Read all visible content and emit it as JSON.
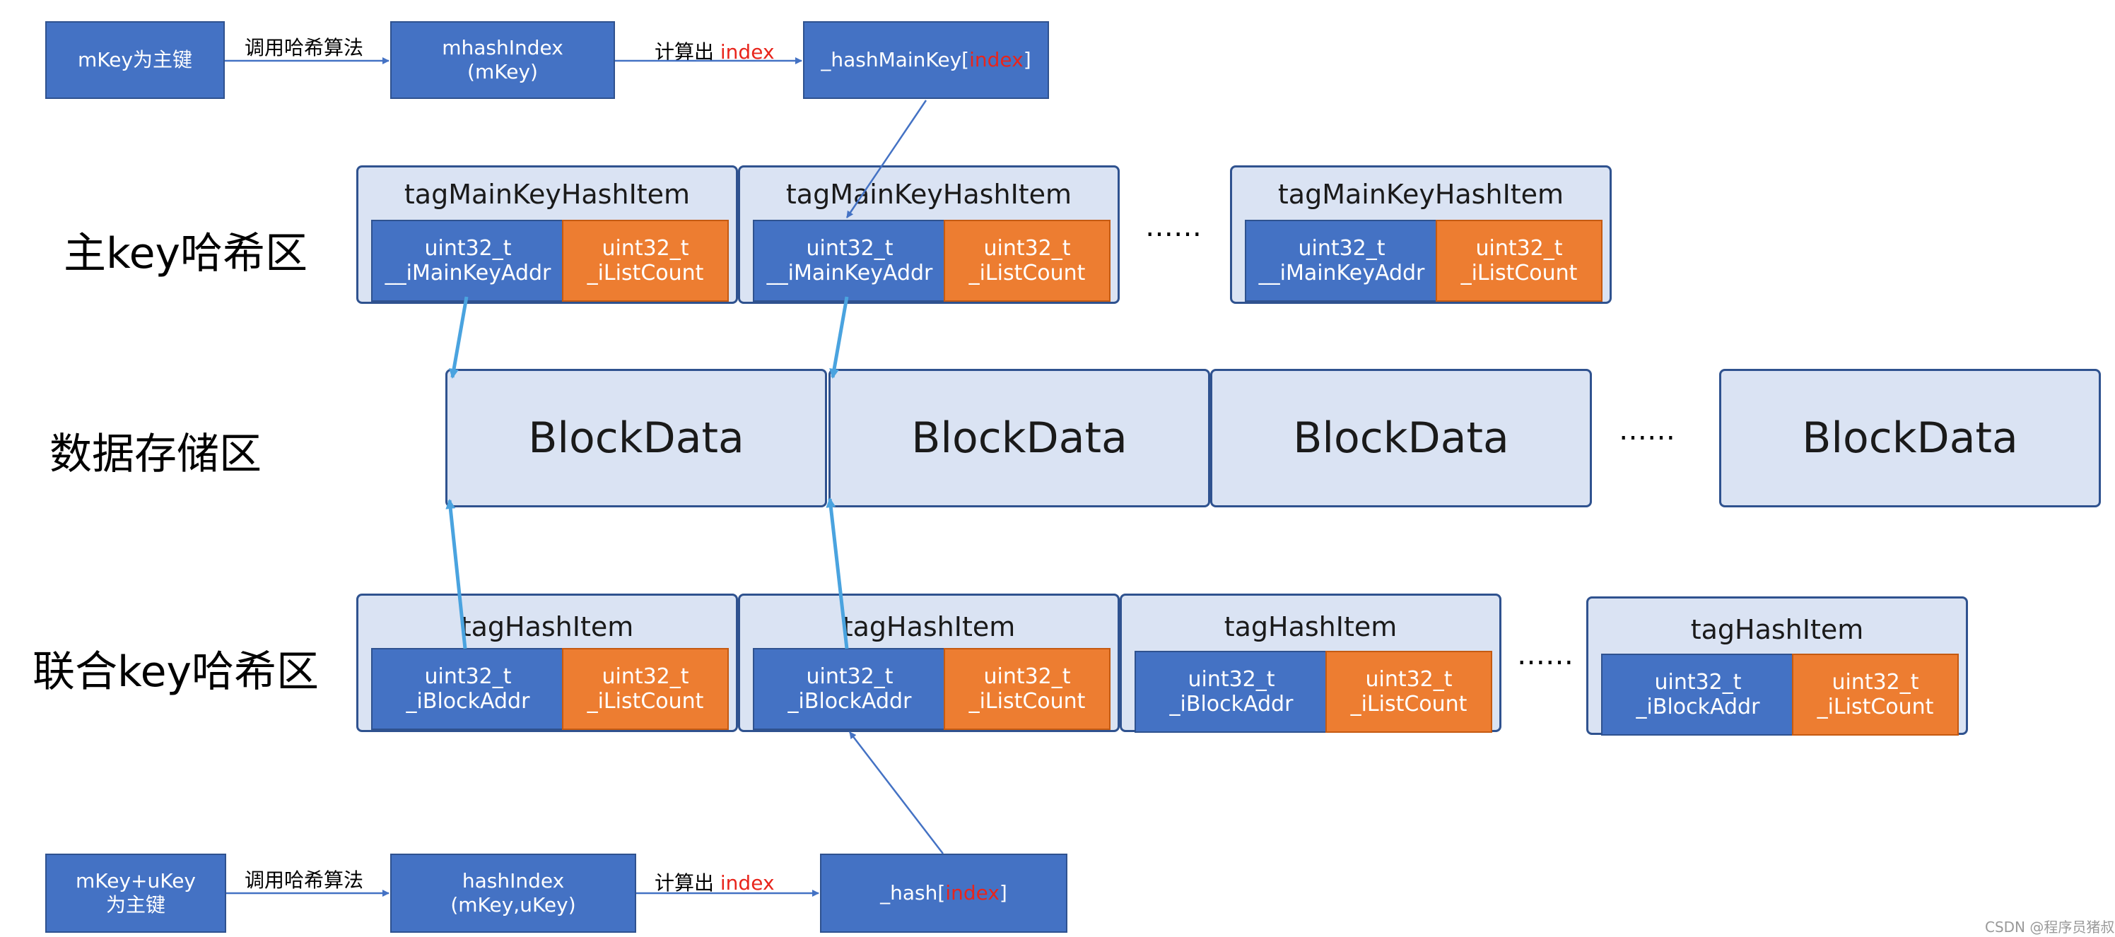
{
  "top_flow": {
    "key_box": "mKey为主键",
    "edge1_label": "调用哈希算法",
    "func_line1": "mhashIndex",
    "func_line2": "(mKey)",
    "edge2_label_text": "计算出 ",
    "edge2_label_red": "index",
    "target_prefix": "_hashMainKey[",
    "target_index": "index",
    "target_suffix": "]"
  },
  "main_key_zone": {
    "label": "主key哈希区",
    "item_title": "tagMainKeyHashItem",
    "addr_type": "uint32_t",
    "addr_field": "__iMainKeyAddr",
    "count_type": "uint32_t",
    "count_field": "_iListCount",
    "ellipsis": "……"
  },
  "data_zone": {
    "label": "数据存储区",
    "block_label": "BlockData",
    "ellipsis": "……"
  },
  "union_key_zone": {
    "label": "联合key哈希区",
    "item_title": "tagHashItem",
    "addr_type": "uint32_t",
    "addr_field": "_iBlockAddr",
    "count_type": "uint32_t",
    "count_field": "_iListCount",
    "ellipsis": "……"
  },
  "bottom_flow": {
    "key_line1": "mKey+uKey",
    "key_line2": "为主键",
    "edge1_label": "调用哈希算法",
    "func_line1": "hashIndex",
    "func_line2": "(mKey,uKey)",
    "edge2_label_text": "计算出 ",
    "edge2_label_red": "index",
    "target_prefix": "_hash[",
    "target_index": "index",
    "target_suffix": "]"
  },
  "watermark": "CSDN @程序员猪叔",
  "colors": {
    "box_blue": "#4472c4",
    "box_orange": "#ed7d31",
    "zone_fill": "#dae3f3",
    "zone_border": "#2f528f",
    "arrow_dark": "#4472c4",
    "arrow_light": "#4aa3df",
    "index_red": "#e8251c"
  }
}
